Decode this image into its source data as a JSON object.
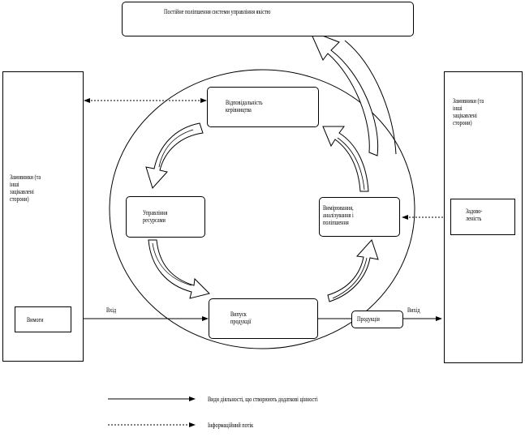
{
  "diagram": {
    "top_box": "Постійне поліпшення системи управління якістю",
    "left_customers": "Замовники (та\n         інші\nзацікавлені\n     сторони)",
    "right_customers": "Замовники (та\n         інші\nзацікавлені\n      сторони)",
    "requirements": "Вимоги",
    "satisfaction": "Задово-\nленість",
    "management_responsibility": "Відповідальність\n    керівництва",
    "resource_management": "Управління\nресурсами",
    "measurement": "Вимірювання,\nаналізування і\n    поліпшення",
    "product_realization": "Випуск\nпродукції",
    "product": "Продукція",
    "input_label": "Вхід",
    "output_label": "Вихід",
    "legend": [
      {
        "label": "Види діяльності, що створюють додаткові цінності",
        "style": "solid"
      },
      {
        "label": "Інформаційний потік",
        "style": "dashed"
      }
    ]
  }
}
